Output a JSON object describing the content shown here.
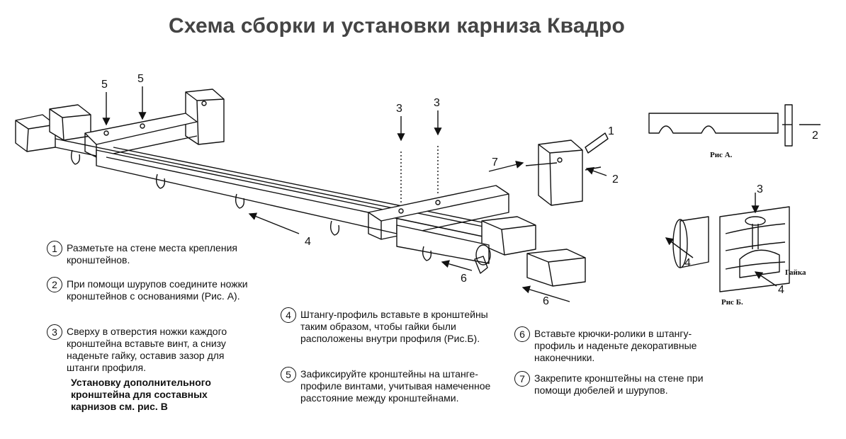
{
  "title": "Схема сборки и установки карниза Квадро",
  "steps": [
    {
      "num": "1",
      "text": "Разметьте на стене места  крепления кронштейнов."
    },
    {
      "num": "2",
      "text": "При помощи шурупов соедините ножки кронштейнов с основаниями (Рис. А)."
    },
    {
      "num": "3",
      "text": "Сверху в отверстия ножки каждого кронштейна вставьте винт, а снизу наденьте гайку, оставив зазор для штанги профиля."
    },
    {
      "num": "4",
      "text": "Штангу-профиль вставьте в кронштейны таким образом, чтобы гайки  были расположены внутри профиля  (Рис.Б)."
    },
    {
      "num": "5",
      "text": "Зафиксируйте кронштейны на штанге-профиле винтами, учитывая намеченное расстояние между кронштейнами."
    },
    {
      "num": "6",
      "text": "Вставьте крючки-ролики в штангу-профиль и наденьте декоративные наконечники."
    },
    {
      "num": "7",
      "text": "Закрепите кронштейны на стене при помощи дюбелей и шурупов."
    }
  ],
  "note": "Установку дополнительного кронштейна для составных карнизов  см. рис. В",
  "callouts": {
    "n5a": "5",
    "n5b": "5",
    "n3a": "3",
    "n3b": "3",
    "n1": "1",
    "n2": "2",
    "n7": "7",
    "n4": "4",
    "n6a": "6",
    "n6b": "6",
    "n2r": "2",
    "n3r": "3",
    "n4r": "4",
    "n4r2": "4"
  },
  "figures": {
    "fig_a": "Рис А.",
    "fig_b": "Рис Б.",
    "nut": "Гайка"
  }
}
